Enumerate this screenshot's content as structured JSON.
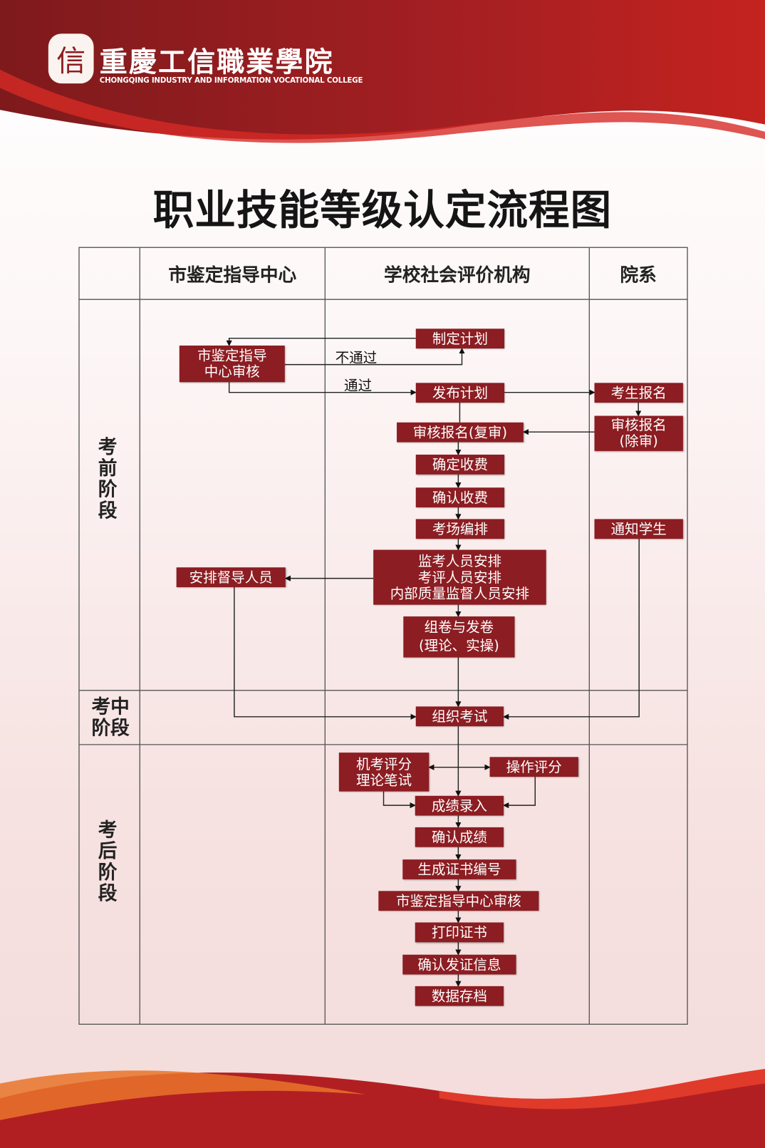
{
  "header": {
    "logo_cn": "重慶工信職業學院",
    "logo_en": "CHONGQING INDUSTRY AND INFORMATION VOCATIONAL COLLEGE",
    "seal_glyph": "信"
  },
  "title": "职业技能等级认定流程图",
  "columns": [
    "市鉴定指导中心",
    "学校社会评价机构",
    "院系"
  ],
  "stages": [
    "考\n前\n阶\n段",
    "考中\n阶段",
    "考\n后\n阶\n段"
  ],
  "edge_labels": {
    "fail": "不通过",
    "pass": "通过"
  },
  "nodes": {
    "make_plan": "制定计划",
    "center_review": "市鉴定指导\n中心审核",
    "publish_plan": "发布计划",
    "student_register": "考生报名",
    "review_register_second": "审核报名(复审)",
    "review_register_first": "审核报名\n(除审)",
    "confirm_fee_amount": "确定收费",
    "confirm_fee_paid": "确认收费",
    "exam_room": "考场编排",
    "notify_students": "通知学生",
    "staff_arrange": "监考人员安排\n考评人员安排\n内部质量监督人员安排",
    "supervisor_arrange": "安排督导人员",
    "papers": "组卷与发卷\n(理论、实操)",
    "organize_exam": "组织考试",
    "machine_scoring": "机考评分\n理论笔试",
    "practical_scoring": "操作评分",
    "score_entry": "成绩录入",
    "confirm_scores": "确认成绩",
    "cert_number": "生成证书编号",
    "center_review_final": "市鉴定指导中心审核",
    "print_cert": "打印证书",
    "confirm_cert_info": "确认发证信息",
    "archive": "数据存档"
  },
  "colors": {
    "box": "#8c1d22",
    "banner": "#b01e23"
  }
}
